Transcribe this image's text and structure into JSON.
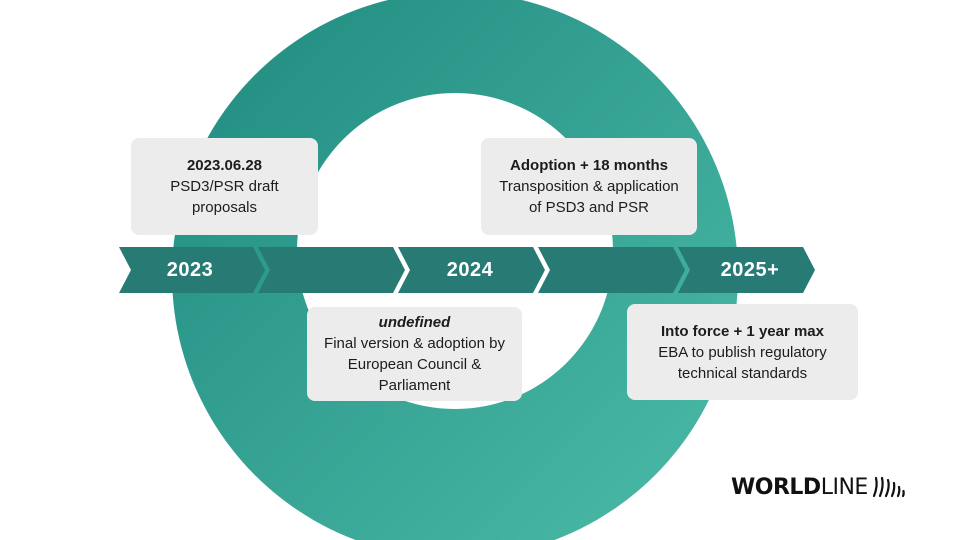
{
  "timeline": {
    "years": [
      "2023",
      "2024",
      "2025+"
    ]
  },
  "milestones": [
    {
      "head": "2023.06.28",
      "body": "PSD3/PSR draft proposals"
    },
    {
      "head": "Adoption + 18 months",
      "body": "Transposition & application of PSD3 and PSR"
    },
    {
      "head": "undefined",
      "body": "Final version & adoption by European Council & Parliament"
    },
    {
      "head": "Into force + 1 year max",
      "body": "EBA to publish regulatory technical standards"
    }
  ],
  "logo": {
    "bold": "WORLD",
    "light": "LINE"
  },
  "colors": {
    "ring_start": "#1f8a80",
    "ring_end": "#4dbca8",
    "arrow": "#287a74",
    "card": "#ececec"
  }
}
